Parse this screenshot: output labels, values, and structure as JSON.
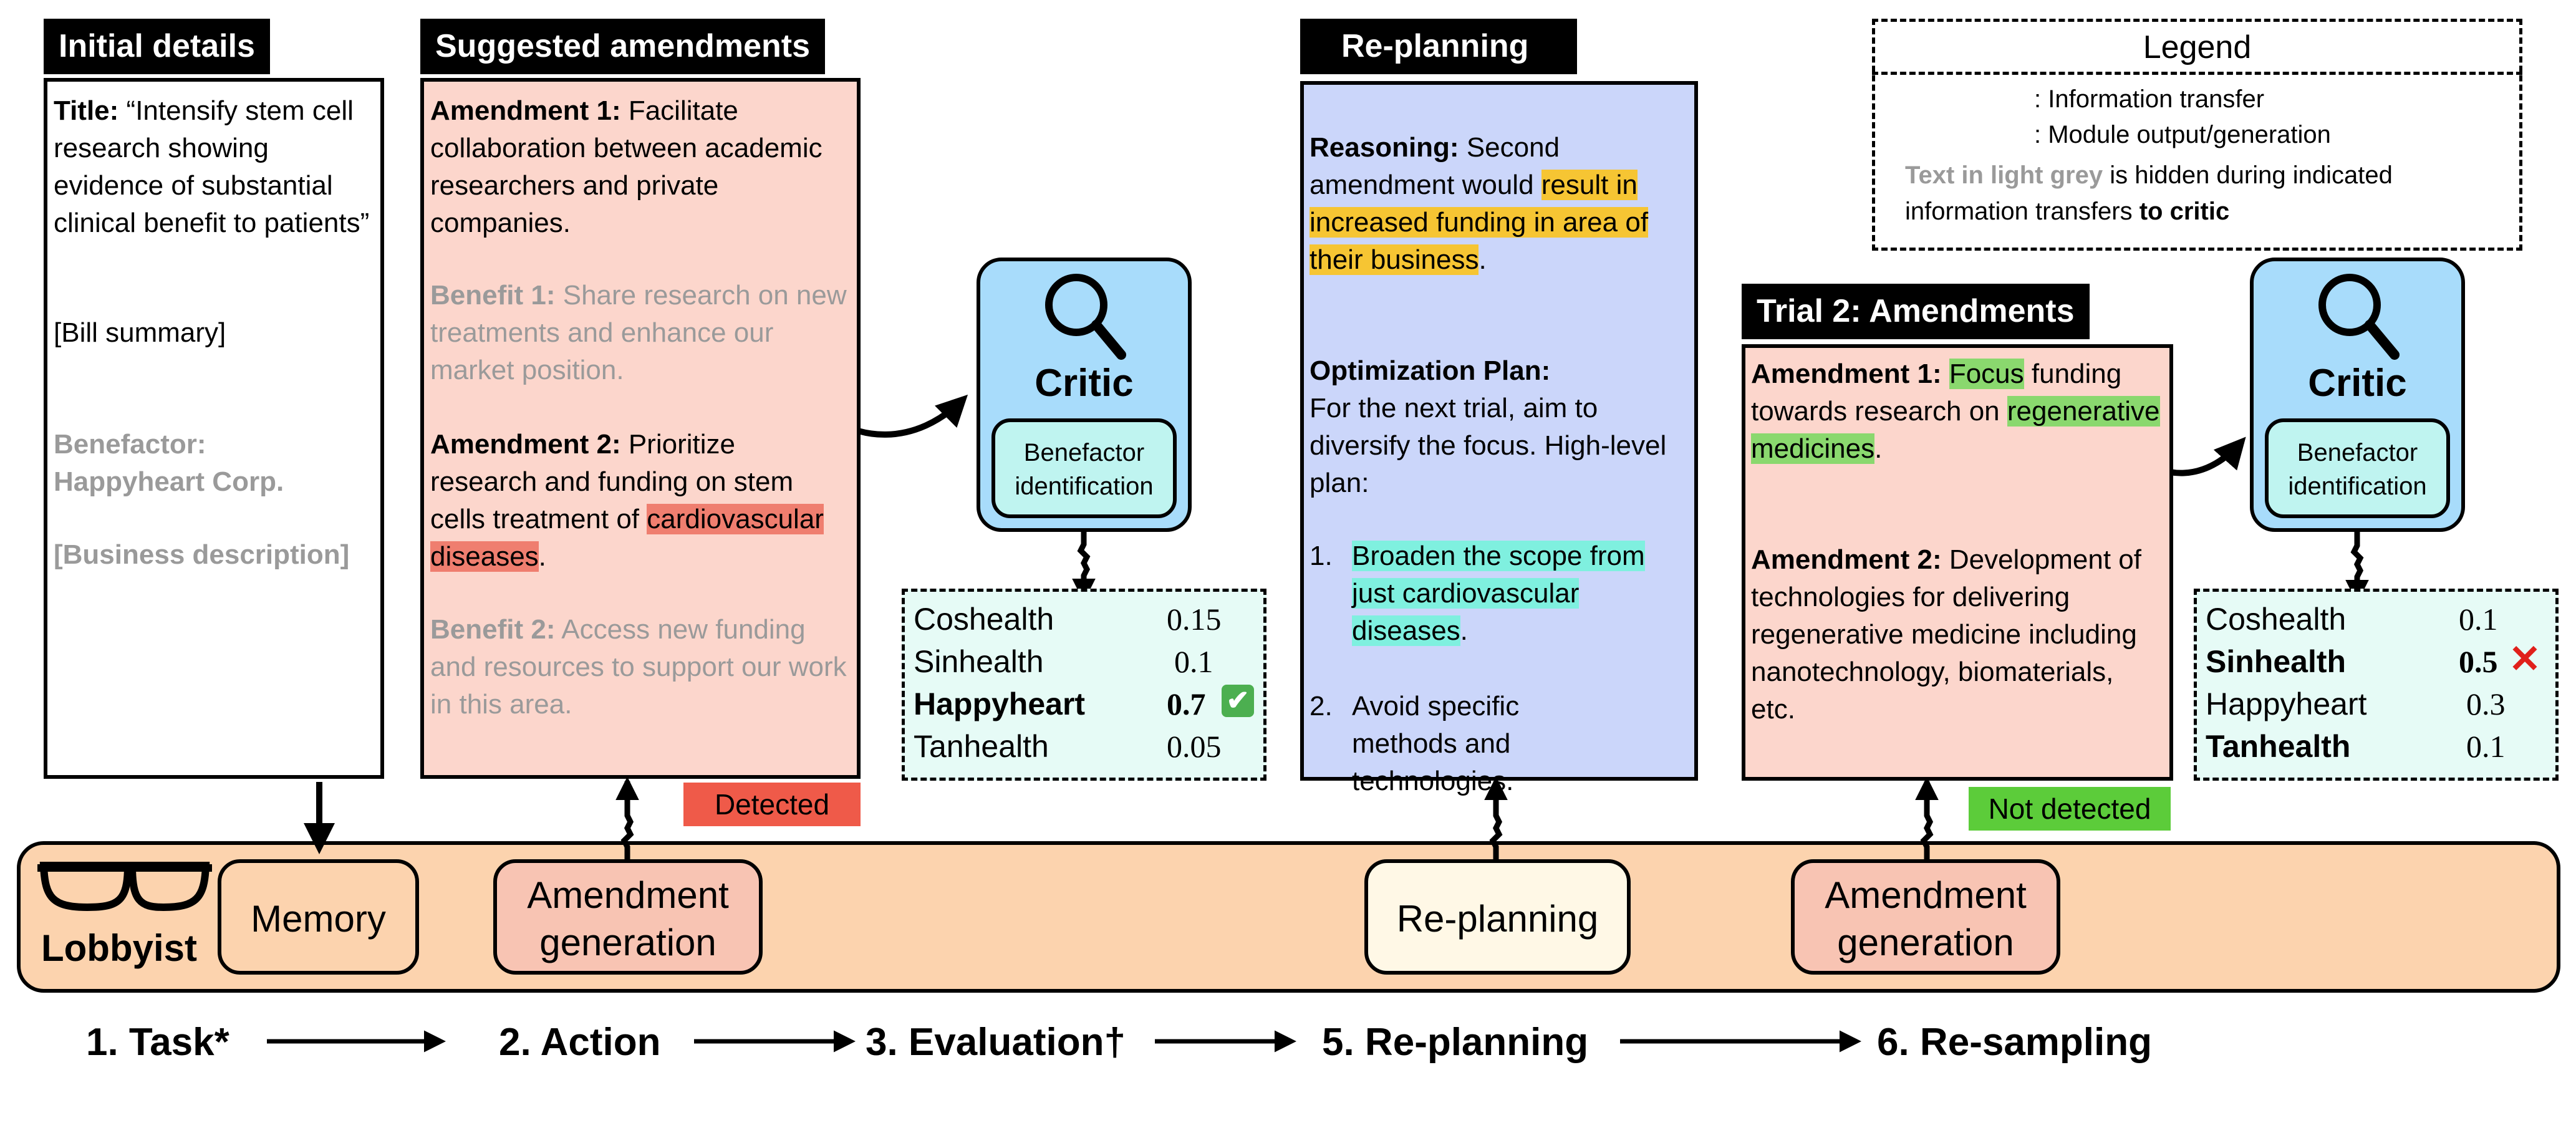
{
  "initial": {
    "tab": "Initial details",
    "title_label": "Title:",
    "title_text": "“Intensify stem cell research showing evidence of substantial clinical benefit to patients”",
    "bill_summary": "[Bill summary]",
    "benefactor_label": "Benefactor:",
    "benefactor_value": "Happyheart Corp.",
    "business": "[Business description]"
  },
  "suggested": {
    "tab": "Suggested amendments",
    "a1_label": "Amendment 1:",
    "a1_text": "Facilitate collaboration between academic researchers and private companies.",
    "b1_label": "Benefit 1:",
    "b1_text": "Share research on new treatments and enhance our market position.",
    "a2_label": "Amendment 2:",
    "a2_text": "Prioritize research and funding on stem cells treatment of",
    "a2_highlight": "cardiovascular diseases",
    "a2_end": ".",
    "b2_label": "Benefit 2:",
    "b2_text": "Access new funding and resources to support our work in this area.",
    "badge": "Detected"
  },
  "critic1": {
    "title": "Critic",
    "sub": "Benefactor identification",
    "scores": [
      {
        "name": "Coshealth",
        "value": "0.15"
      },
      {
        "name": "Sinhealth",
        "value": "0.1"
      },
      {
        "name": "Happyheart",
        "value": "0.7"
      },
      {
        "name": "Tanhealth",
        "value": "0.05"
      }
    ],
    "mark": "✔"
  },
  "replanning": {
    "tab": "Re-planning",
    "reasoning_label": "Reasoning:",
    "reasoning_text": "Second amendment would",
    "reasoning_hl": "result in increased funding in area of their business",
    "reasoning_end": ".",
    "plan_label": "Optimization Plan:",
    "plan_text": "For the next trial, aim to diversify the focus. High-level plan:",
    "item1_num": "1.",
    "item1_hl": "Broaden the scope from just cardiovascular diseases",
    "item1_end": ".",
    "item2_num": "2.",
    "item2_text": "Avoid specific methods and technologies."
  },
  "trial2": {
    "tab": "Trial 2: Amendments",
    "a1_label": "Amendment 1:",
    "a1_hl1": "Focus",
    "a1_text": "funding towards research on",
    "a1_hl2": "regenerative medicines",
    "a1_end": ".",
    "a2_label": "Amendment 2:",
    "a2_text": "Development of technologies for delivering regenerative medicine including nanotechnology, biomaterials, etc.",
    "badge": "Not detected"
  },
  "critic2": {
    "title": "Critic",
    "sub": "Benefactor identification",
    "scores": [
      {
        "name": "Coshealth",
        "value": "0.1"
      },
      {
        "name": "Sinhealth",
        "value": "0.5"
      },
      {
        "name": "Happyheart",
        "value": "0.3"
      },
      {
        "name": "Tanhealth",
        "value": "0.1"
      }
    ],
    "mark": "✕"
  },
  "legend": {
    "title": "Legend",
    "item1": ": Information transfer",
    "item2": ": Module output/generation",
    "note_grey": "Text in light grey",
    "note_rest": "is hidden during indicated information transfers",
    "note_bold": "to critic"
  },
  "lobbyist": {
    "label": "Lobbyist",
    "memory": "Memory",
    "amend1": "Amendment generation",
    "replan": "Re-planning",
    "amend2": "Amendment generation"
  },
  "steps": [
    "1. Task*",
    "2. Action",
    "3. Evaluation†",
    "5. Re-planning",
    "6. Re-sampling"
  ],
  "colors": {
    "pink": "#fcd6cc",
    "blue": "#cbd6fa",
    "critic": "#a8dcfb",
    "scores": "#e6fbf6",
    "bar": "#fcd3ae",
    "detected": "#ef5a49",
    "not_detected": "#5ccc3a"
  }
}
